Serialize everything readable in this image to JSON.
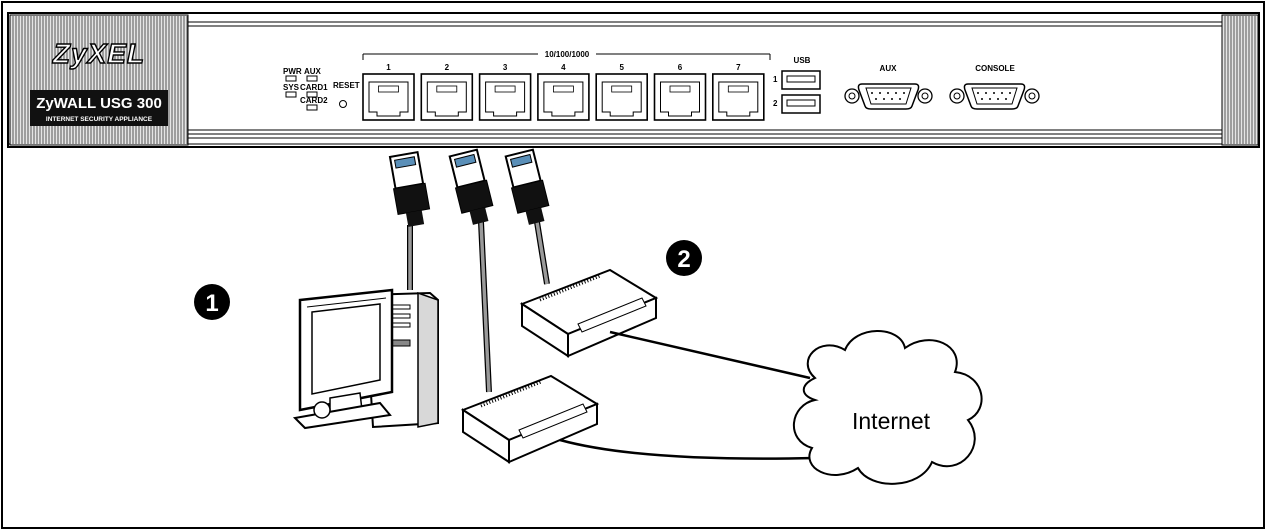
{
  "device": {
    "brand": "ZyXEL",
    "model": "ZyWALL USG 300",
    "tagline": "INTERNET SECURITY APPLIANCE",
    "reset_label": "RESET",
    "leds": [
      {
        "label": "PWR"
      },
      {
        "label": "SYS"
      },
      {
        "label": "AUX"
      },
      {
        "label": "CARD1"
      },
      {
        "label": "CARD2"
      }
    ],
    "port_group_label": "10/100/1000",
    "ports": [
      "1",
      "2",
      "3",
      "4",
      "5",
      "6",
      "7"
    ],
    "usb": {
      "label": "USB",
      "ports": [
        "1",
        "2"
      ]
    },
    "aux_label": "AUX",
    "console_label": "CONSOLE"
  },
  "callouts": [
    {
      "number": "1"
    },
    {
      "number": "2"
    }
  ],
  "cloud_label": "Internet"
}
